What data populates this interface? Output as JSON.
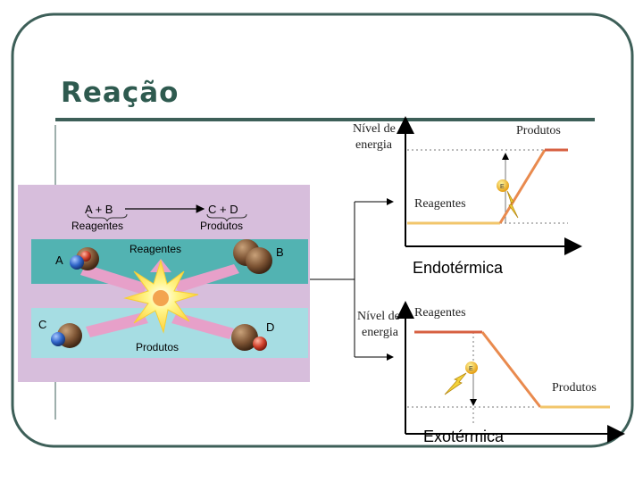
{
  "slide": {
    "title": "Reação"
  },
  "reaction_image": {
    "eq_left": "A + B",
    "eq_left_label": "Reagentes",
    "eq_right": "C + D",
    "eq_right_label": "Produtos",
    "band_top_label": "Reagentes",
    "band_bottom_label": "Produtos",
    "mol_a": "A",
    "mol_b": "B",
    "mol_c": "C",
    "mol_d": "D",
    "colors": {
      "panel": "#d7bedc",
      "band_top": "#52b3b2",
      "band_bottom": "#a6dde3"
    }
  },
  "endothermic": {
    "y_label_1": "Nível de",
    "y_label_2": "energia",
    "products_label": "Produtos",
    "reactants_label": "Reagentes",
    "energy_icon_label": "E",
    "caption": "Endotérmica"
  },
  "exothermic": {
    "y_label_1": "Nível de",
    "y_label_2": "energia",
    "reactants_label": "Reagentes",
    "products_label": "Produtos",
    "energy_icon_label": "E",
    "caption": "Exotérmica"
  },
  "chart_data": [
    {
      "type": "line",
      "title": "Endotérmica",
      "ylabel": "Nível de energia",
      "series": [
        {
          "name": "Reagentes",
          "level": "low"
        },
        {
          "name": "Produtos",
          "level": "high"
        }
      ]
    },
    {
      "type": "line",
      "title": "Exotérmica",
      "ylabel": "Nível de energia",
      "series": [
        {
          "name": "Reagentes",
          "level": "high"
        },
        {
          "name": "Produtos",
          "level": "low"
        }
      ]
    }
  ]
}
